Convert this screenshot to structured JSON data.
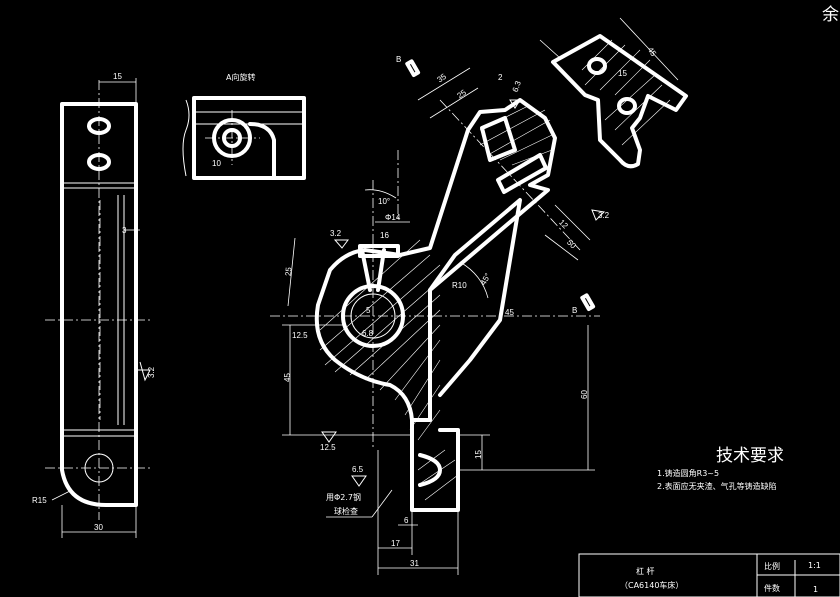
{
  "corner_mark": "余",
  "view_label": "A向旋转",
  "section_label": "B",
  "dimensions": {
    "d15": "15",
    "d10": "10",
    "d3": "3",
    "d30": "30",
    "r15": "R15",
    "d35": "35",
    "d2": "2",
    "d6_3": "6.3",
    "d25": "25",
    "d10deg": "10°",
    "d14": "Φ14",
    "d3_2": "3.2",
    "r10": "R10",
    "d45deg": "45°",
    "d60": "60",
    "d45": "45",
    "d12_5": "12.5",
    "d15b": "15",
    "d6_5": "6.5",
    "d6": "6",
    "d17": "17",
    "d31": "31",
    "d5": "5",
    "d12": "12",
    "d6_8": "6.8",
    "d50": "50",
    "d16": "16"
  },
  "callout": {
    "line1": "用Φ2.7钢",
    "line2": "球检查"
  },
  "requirements": {
    "title": "技术要求",
    "items": [
      "1.铸造圆角R3~5",
      "2.表面应无夹渣、气孔等铸造缺陷"
    ]
  },
  "title_block": {
    "part_name": "杠    杆",
    "machine": "（CA6140车床）",
    "scale_label": "比例",
    "scale_value": "1:1",
    "qty_label": "件数",
    "qty_value": "1"
  }
}
